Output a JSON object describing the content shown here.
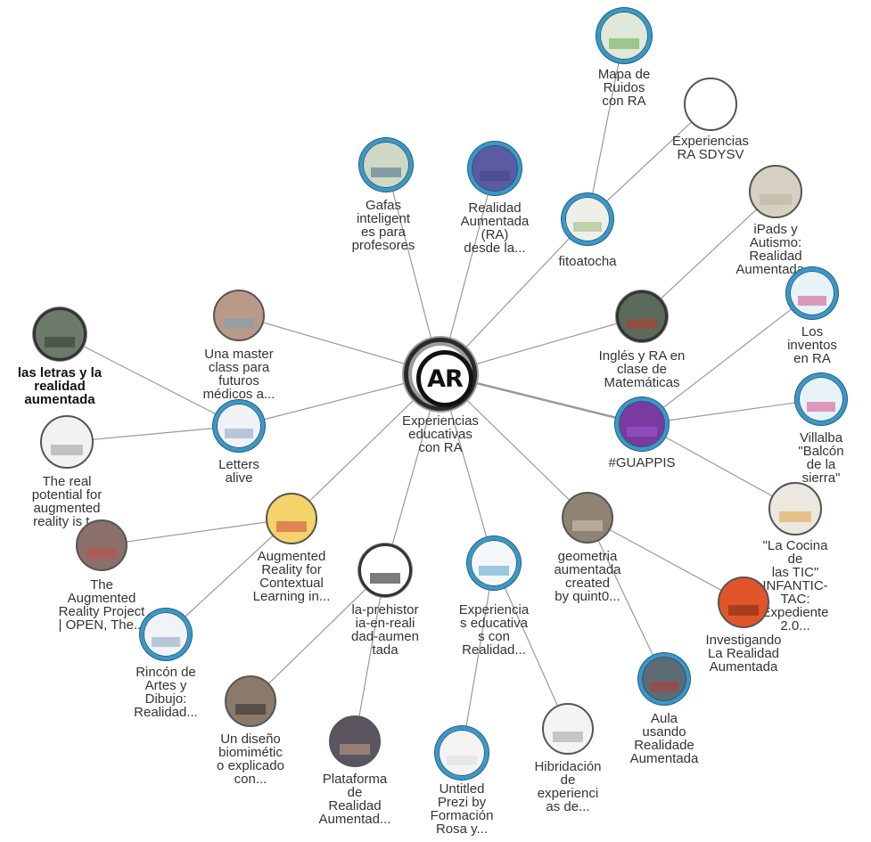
{
  "diagram": {
    "center": {
      "id": "hub",
      "logo_text": "AR",
      "label": "Experiencias\neducativas\ncon RA"
    },
    "nodes": [
      {
        "id": "mapa",
        "label": "Mapa de\nRuidos\ncon RA",
        "style": "blue",
        "fill": "#dfe8d9",
        "accent": "#6aa84f"
      },
      {
        "id": "sdysv",
        "label": "Experiencias\nRA SDYSV",
        "style": "plain",
        "fill": "#ffffff",
        "accent": "#ffffff"
      },
      {
        "id": "gafas",
        "label": "Gafas\ninteligent\nes para\nprofesores",
        "style": "blue",
        "fill": "#cdd9c5",
        "accent": "#4a6a8a"
      },
      {
        "id": "realidad",
        "label": "Realidad\nAumentada\n(RA)\ndesde la...",
        "style": "blue",
        "fill": "#5b5aa3",
        "accent": "#44438a"
      },
      {
        "id": "fitoatocha",
        "label": "fitoatocha",
        "style": "blue",
        "fill": "#eef0e8",
        "accent": "#9bb47a"
      },
      {
        "id": "ipads",
        "label": "iPads y\nAutismo:\nRealidad\nAumentada...",
        "style": "plain",
        "fill": "#d6d0c2",
        "accent": "#b9b2a2"
      },
      {
        "id": "inventos",
        "label": "Los inventos\nen RA",
        "style": "blue",
        "fill": "#e8f3f7",
        "accent": "#d24a8a"
      },
      {
        "id": "master",
        "label": "Una master\nclass para\nfuturos\nmédicos a...",
        "style": "plain",
        "fill": "#b99a88",
        "accent": "#7aa2b8"
      },
      {
        "id": "letras",
        "label": "las letras y la\nrealidad\naumentada",
        "style": "dark",
        "fill": "#6c7a6a",
        "accent": "#2f3d2e"
      },
      {
        "id": "ingles",
        "label": "Inglés y RA en\nclase de\nMatemáticas",
        "style": "dark",
        "fill": "#5a6a5c",
        "accent": "#c0392b"
      },
      {
        "id": "guappis",
        "label": "#GUAPPIS",
        "style": "blue",
        "fill": "#7a3aa0",
        "accent": "#a35ad0"
      },
      {
        "id": "villalba",
        "label": "Villalba\n\"Balcón de la\nsierra\"",
        "style": "blue",
        "fill": "#e8f3f7",
        "accent": "#d24a8a"
      },
      {
        "id": "letters",
        "label": "Letters\nalive",
        "style": "blue",
        "fill": "#f0f2f5",
        "accent": "#8aa0bb"
      },
      {
        "id": "realpotential",
        "label": "The real\npotential for\naugmented\nreality is t...",
        "style": "plain",
        "fill": "#f2f2f2",
        "accent": "#9a9a9a"
      },
      {
        "id": "cocina",
        "label": "\"La Cocina de\nlas TIC\"\nINFANTIC-TAC:\nExpediente 2.0...",
        "style": "plain",
        "fill": "#ece8df",
        "accent": "#e0a040"
      },
      {
        "id": "augcontext",
        "label": "Augmented\nReality for\nContextual\nLearning in...",
        "style": "plain",
        "fill": "#f3d36a",
        "accent": "#d0463a"
      },
      {
        "id": "geometria",
        "label": "geometria\naumentada\ncreated\nby quint0...",
        "style": "plain",
        "fill": "#8f8374",
        "accent": "#d9cbb6"
      },
      {
        "id": "project",
        "label": "The\nAugmented\nReality Project\n| OPEN, The...",
        "style": "plain",
        "fill": "#8a6f6a",
        "accent": "#c44d4d"
      },
      {
        "id": "prehistoria",
        "label": "la-prehistor\nia-en-reali\ndad-aumen\ntada",
        "style": "dark",
        "fill": "#ffffff",
        "accent": "#111111"
      },
      {
        "id": "expcon",
        "label": "Experiencia\ns educativa\ns con\nRealidad...",
        "style": "blue",
        "fill": "#f4f6f8",
        "accent": "#4aa3c9"
      },
      {
        "id": "investigando",
        "label": "Investigando\nLa Realidad\nAumentada",
        "style": "plain",
        "fill": "#e2542a",
        "accent": "#7a2a12"
      },
      {
        "id": "rincon",
        "label": "Rincón de\nArtes y\nDibujo:\nRealidad...",
        "style": "blue",
        "fill": "#f1f3f6",
        "accent": "#8aa0bb"
      },
      {
        "id": "aula",
        "label": "Aula\nusando\nRealidade\nAumentada",
        "style": "blue",
        "fill": "#5d6b74",
        "accent": "#c0392b"
      },
      {
        "id": "biomimetico",
        "label": "Un diseño\nbiomimétic\no explicado\ncon...",
        "style": "plain",
        "fill": "#8b7a6a",
        "accent": "#2e2a28"
      },
      {
        "id": "plataforma",
        "label": "Plataforma\nde\nRealidad\nAumentad...",
        "style": "plain",
        "fill": "#5b5560",
        "accent": "#c8a28a"
      },
      {
        "id": "prezi",
        "label": "Untitled\nPrezi by\nFormación\nRosa y...",
        "style": "blue",
        "fill": "#f3f3f3",
        "accent": "#dddddd"
      },
      {
        "id": "hibridacion",
        "label": "Hibridación\nde\nexperienci\nas de...",
        "style": "plain",
        "fill": "#f4f4f4",
        "accent": "#a0a0a0"
      }
    ],
    "edges": [
      [
        "hub",
        "gafas"
      ],
      [
        "hub",
        "realidad"
      ],
      [
        "hub",
        "fitoatocha"
      ],
      [
        "hub",
        "master"
      ],
      [
        "hub",
        "ingles"
      ],
      [
        "hub",
        "guappis"
      ],
      [
        "hub",
        "letters"
      ],
      [
        "hub",
        "augcontext"
      ],
      [
        "hub",
        "prehistoria"
      ],
      [
        "hub",
        "expcon"
      ],
      [
        "hub",
        "geometria"
      ],
      [
        "fitoatocha",
        "mapa"
      ],
      [
        "fitoatocha",
        "sdysv"
      ],
      [
        "ingles",
        "ipads"
      ],
      [
        "guappis",
        "inventos"
      ],
      [
        "guappis",
        "villalba"
      ],
      [
        "guappis",
        "cocina"
      ],
      [
        "letters",
        "letras"
      ],
      [
        "letters",
        "realpotential"
      ],
      [
        "augcontext",
        "project"
      ],
      [
        "augcontext",
        "rincon"
      ],
      [
        "prehistoria",
        "biomimetico"
      ],
      [
        "prehistoria",
        "plataforma"
      ],
      [
        "expcon",
        "prezi"
      ],
      [
        "expcon",
        "hibridacion"
      ],
      [
        "geometria",
        "investigando"
      ],
      [
        "geometria",
        "aula"
      ]
    ]
  }
}
